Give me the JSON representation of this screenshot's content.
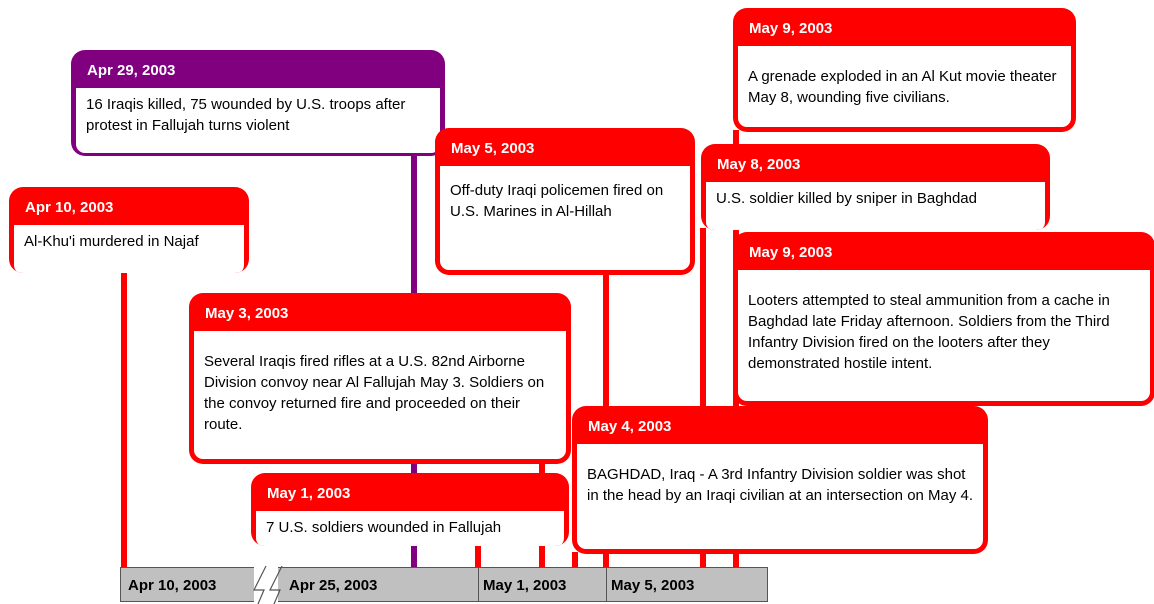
{
  "colors": {
    "red": "#ff0000",
    "purple": "#800080",
    "axis_fill": "#c0c0c0"
  },
  "events": [
    {
      "date": "Apr 10, 2003",
      "text": "Al-Khu'i murdered in Najaf",
      "color": "red"
    },
    {
      "date": "Apr 29, 2003",
      "text": "16 Iraqis killed, 75 wounded by U.S. troops after protest in Fallujah turns violent",
      "color": "purple"
    },
    {
      "date": "May 3, 2003",
      "text": "Several Iraqis fired rifles at a U.S. 82nd Airborne Division convoy near Al Fallujah May 3. Soldiers on the convoy returned fire and proceeded on their route.",
      "color": "red"
    },
    {
      "date": "May 1, 2003",
      "text": "7 U.S. soldiers wounded in Fallujah",
      "color": "red"
    },
    {
      "date": "May 5, 2003",
      "text": "Off-duty Iraqi policemen fired on U.S. Marines in Al-Hillah",
      "color": "red"
    },
    {
      "date": "May 4, 2003",
      "text": "BAGHDAD, Iraq - A 3rd Infantry Division soldier was shot in the head by an Iraqi civilian at an intersection on May 4.",
      "color": "red"
    },
    {
      "date": "May 9, 2003",
      "text": "A grenade exploded in an Al Kut movie theater May 8, wounding five civilians.",
      "color": "red"
    },
    {
      "date": "May 8, 2003",
      "text": "U.S. soldier killed by sniper in Baghdad",
      "color": "red"
    },
    {
      "date": "May 9, 2003",
      "text": "Looters attempted to steal ammunition from a cache in Baghdad late Friday afternoon. Soldiers from the Third Infantry Division fired on the looters after they demonstrated hostile intent.",
      "color": "red"
    }
  ],
  "axis": {
    "labels": [
      "Apr 10, 2003",
      "Apr 25, 2003",
      "May 1, 2003",
      "May 5, 2003"
    ]
  }
}
